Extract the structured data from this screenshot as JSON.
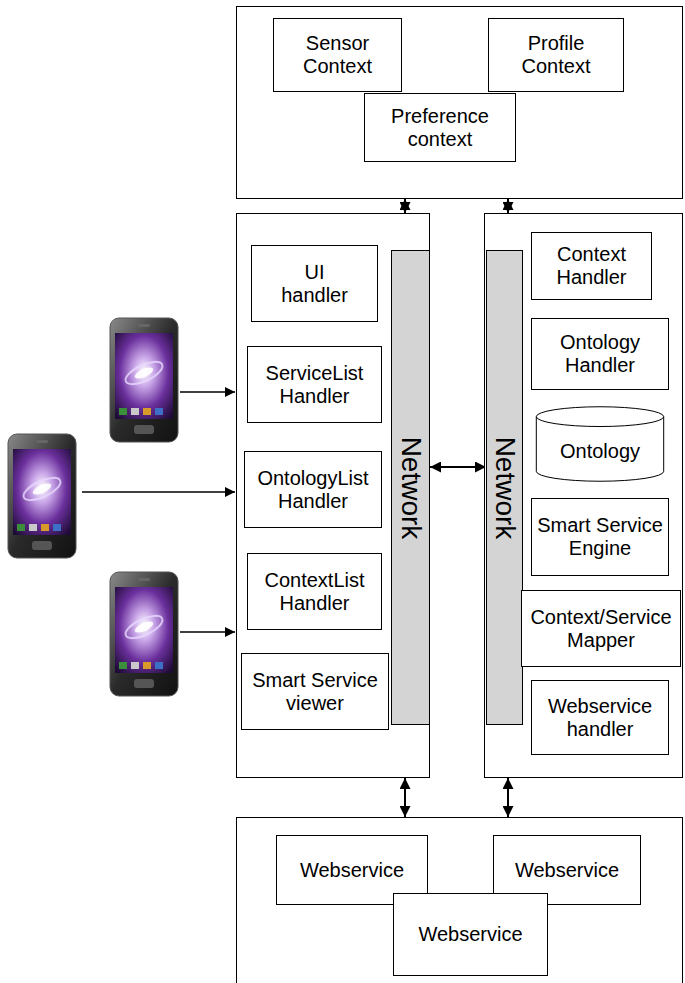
{
  "diagram": {
    "nodes": [
      {
        "text": []
      },
      {
        "text": [
          "Sensor Context"
        ],
        "in": 0
      },
      {
        "text": [
          "Profile Context"
        ],
        "in": 0
      },
      {
        "text": [
          "Preference context"
        ],
        "in": 0
      },
      {
        "text": []
      },
      {
        "text": [
          "UI handler"
        ],
        "in": 4
      },
      {
        "text": [
          "ServiceList Handler"
        ],
        "in": 4
      },
      {
        "text": [
          "OntologyList Handler"
        ],
        "in": 4
      },
      {
        "text": [
          "ContextList Handler"
        ],
        "in": 4
      },
      {
        "text": [
          "Smart Service viewer"
        ],
        "in": 4
      },
      {
        "text": [
          "Network"
        ],
        "in": 4
      },
      {
        "text": []
      },
      {
        "text": [
          "Network"
        ],
        "in": 11
      },
      {
        "text": [
          "Context Handler"
        ],
        "in": 11
      },
      {
        "text": [
          "Ontology Handler"
        ],
        "in": 11
      },
      {
        "text": [
          "Ontology"
        ],
        "in": 11
      },
      {
        "text": [
          "Smart Service Engine"
        ],
        "in": 11
      },
      {
        "text": [
          "Context/Service Mapper"
        ],
        "in": 11
      },
      {
        "text": [
          "Webservice handler"
        ],
        "in": 11
      },
      {
        "text": []
      },
      {
        "text": [
          "Webservice"
        ],
        "in": 19
      },
      {
        "text": [
          "Webservice"
        ],
        "in": 19
      },
      {
        "text": [
          "Webservice"
        ],
        "in": 19
      }
    ],
    "edges": [
      {
        "from": 4,
        "to": 0,
        "arrow": "both"
      },
      {
        "from": 11,
        "to": 0,
        "arrow": "both"
      },
      {
        "from": 10,
        "to": 12,
        "arrow": "both"
      },
      {
        "from": 4,
        "to": 19,
        "arrow": "both"
      },
      {
        "from": 11,
        "to": 19,
        "arrow": "both"
      }
    ]
  }
}
